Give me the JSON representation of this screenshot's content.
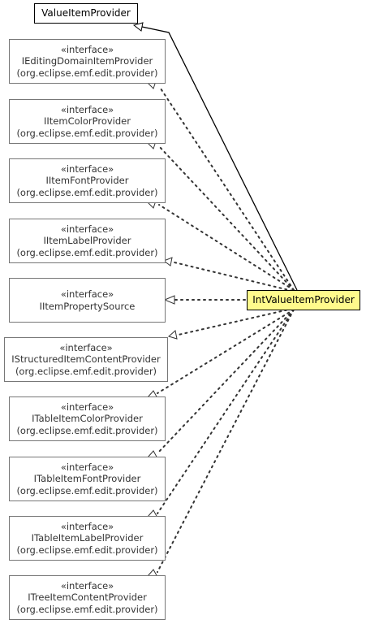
{
  "colors": {
    "focus_fill": "#fffa8c",
    "edge": "#000000",
    "border": "#777777"
  },
  "superclass": {
    "name": "ValueItemProvider"
  },
  "focus": {
    "name": "IntValueItemProvider"
  },
  "interfaces": [
    {
      "stereotype": "«interface»",
      "name": "IEditingDomainItemProvider",
      "package": "(org.eclipse.emf.edit.provider)"
    },
    {
      "stereotype": "«interface»",
      "name": "IItemColorProvider",
      "package": "(org.eclipse.emf.edit.provider)"
    },
    {
      "stereotype": "«interface»",
      "name": "IItemFontProvider",
      "package": "(org.eclipse.emf.edit.provider)"
    },
    {
      "stereotype": "«interface»",
      "name": "IItemLabelProvider",
      "package": "(org.eclipse.emf.edit.provider)"
    },
    {
      "stereotype": "«interface»",
      "name": "IItemPropertySource",
      "package": ""
    },
    {
      "stereotype": "«interface»",
      "name": "IStructuredItemContentProvider",
      "package": "(org.eclipse.emf.edit.provider)"
    },
    {
      "stereotype": "«interface»",
      "name": "ITableItemColorProvider",
      "package": "(org.eclipse.emf.edit.provider)"
    },
    {
      "stereotype": "«interface»",
      "name": "ITableItemFontProvider",
      "package": "(org.eclipse.emf.edit.provider)"
    },
    {
      "stereotype": "«interface»",
      "name": "ITableItemLabelProvider",
      "package": "(org.eclipse.emf.edit.provider)"
    },
    {
      "stereotype": "«interface»",
      "name": "ITreeItemContentProvider",
      "package": "(org.eclipse.emf.edit.provider)"
    }
  ]
}
